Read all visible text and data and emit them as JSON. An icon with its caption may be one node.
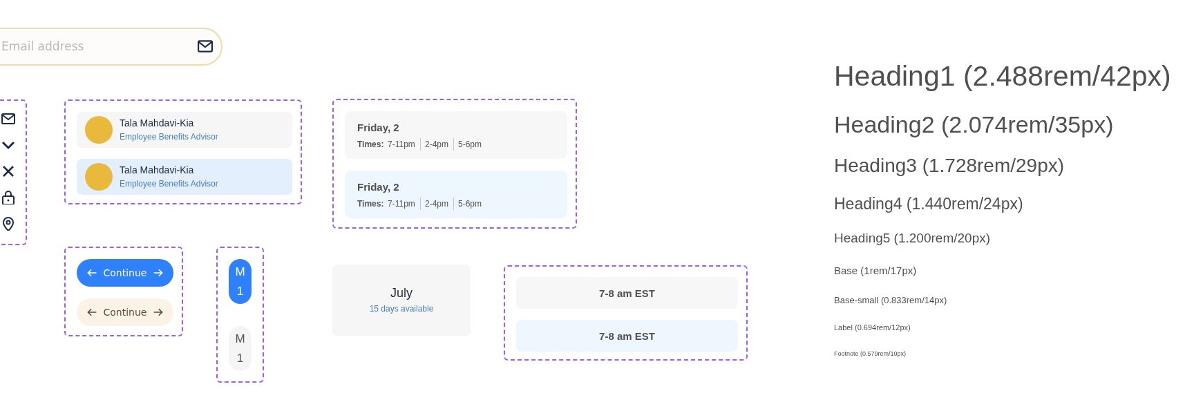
{
  "diagram": {
    "nodes": [
      {
        "text": [
          "Email address"
        ]
      },
      {
        "text": [],
        "shape": "box"
      },
      {
        "text": [],
        "shape": "box"
      },
      {
        "text": [
          "Tala Mahdavi-Kia",
          "Employee Benefits Advisor"
        ],
        "in": 2
      },
      {
        "text": [
          "Tala Mahdavi-Kia",
          "Employee Benefits Advisor"
        ],
        "in": 2
      },
      {
        "text": [],
        "shape": "box"
      },
      {
        "text": [
          "Friday, 2",
          "Times:",
          "7-11pm",
          "2-4pm",
          "5-6pm"
        ],
        "in": 5
      },
      {
        "text": [
          "Friday, 2",
          "Times:",
          "7-11pm",
          "2-4pm",
          "5-6pm"
        ],
        "in": 5
      },
      {
        "text": [],
        "shape": "box"
      },
      {
        "text": [
          "Continue"
        ],
        "in": 8
      },
      {
        "text": [
          "Continue"
        ],
        "in": 8
      },
      {
        "text": [],
        "shape": "box"
      },
      {
        "text": [
          "M",
          "1"
        ],
        "in": 11
      },
      {
        "text": [
          "M",
          "1"
        ],
        "in": 11
      },
      {
        "text": [
          "July",
          "15 days available"
        ]
      },
      {
        "text": [],
        "shape": "box"
      },
      {
        "text": [
          "7-8 am EST"
        ],
        "in": 15
      },
      {
        "text": [
          "7-8 am EST"
        ],
        "in": 15
      }
    ],
    "labels": [
      "Heading1 (2.488rem/42px)",
      "Heading2 (2.074rem/35px)",
      "Heading3 (1.728rem/29px)",
      "Heading4 (1.440rem/24px)",
      "Heading5 (1.200rem/20px)",
      "Base (1rem/17px)",
      "Base-small (0.833rem/14px)",
      "Label (0.694rem/12px)",
      "Footnote (0.579rem/10px)"
    ]
  }
}
